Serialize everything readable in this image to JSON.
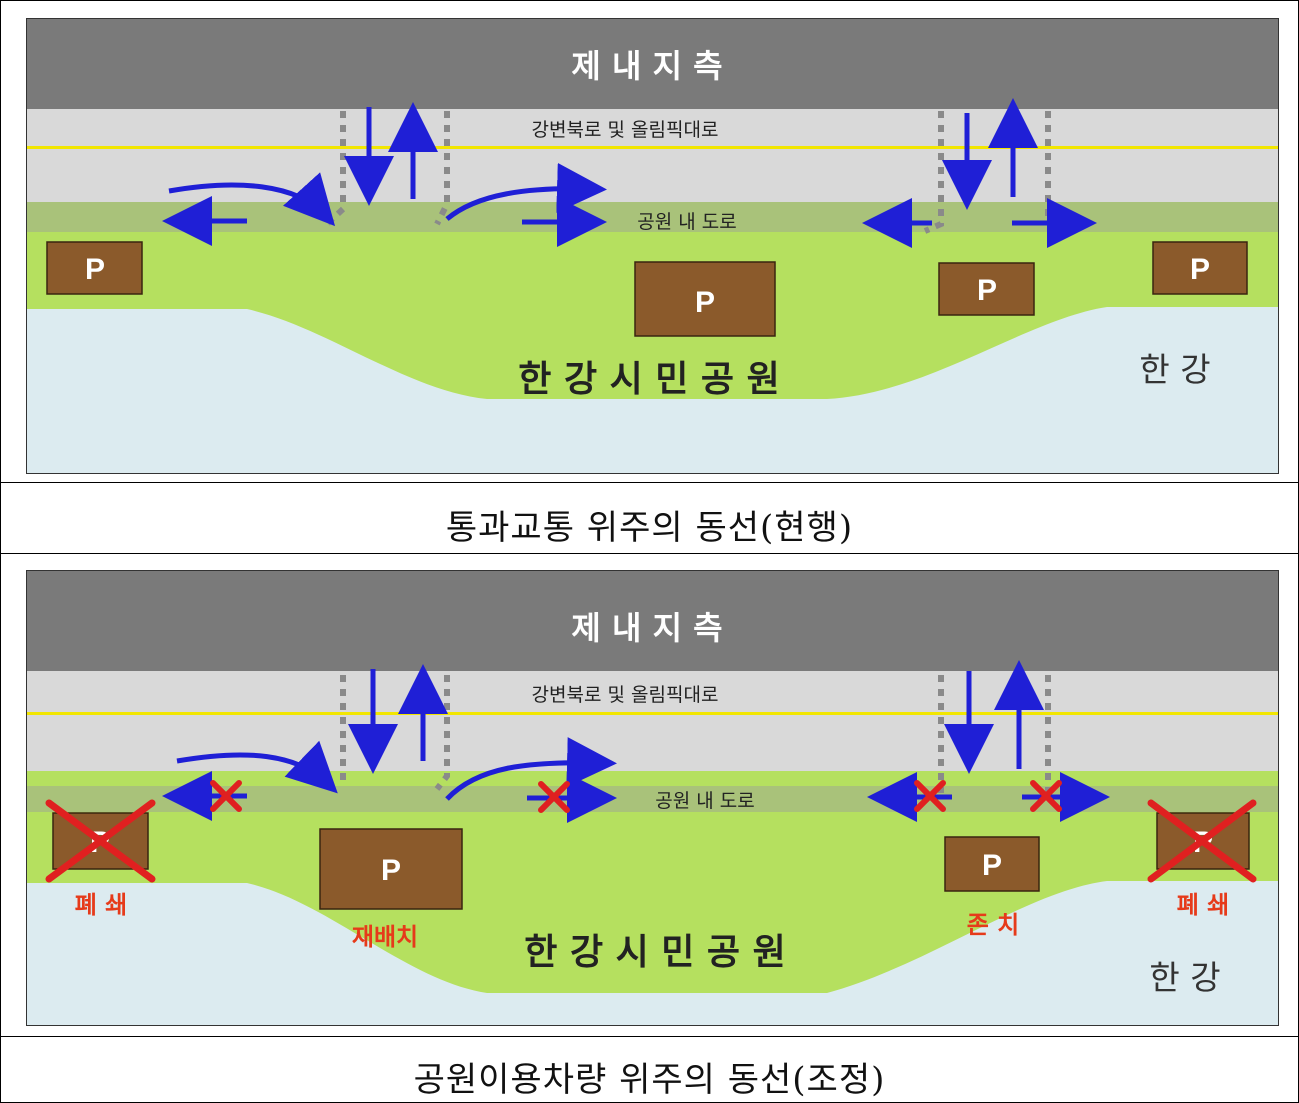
{
  "panels": [
    {
      "levee_label": "제 내 지 측",
      "road_label": "강변북로 및 올림픽대로",
      "park_road_label": "공원 내 도로",
      "park_label": "한 강 시 민 공 원",
      "river_label": "한 강",
      "parking_symbol": "P",
      "caption": "통과교통 위주의 동선(현행)"
    },
    {
      "levee_label": "제 내 지 측",
      "road_label": "강변북로 및 올림픽대로",
      "park_road_label": "공원 내 도로",
      "park_label": "한 강 시 민 공 원",
      "river_label": "한 강",
      "parking_symbol": "P",
      "status_closed": "폐 쇄",
      "status_relocated": "재배치",
      "status_kept": "존 치",
      "caption": "공원이용차량 위주의 동선(조정)"
    }
  ],
  "colors": {
    "levee": "#7a7a7a",
    "road": "#d9d9d9",
    "center_line": "#f2e600",
    "park_road": "#a9c27a",
    "park": "#b5e05f",
    "river": "#dcebf0",
    "parking": "#8b5a2b",
    "arrow": "#1f1fd6",
    "closure": "#e02020",
    "status_text": "#e63a1a"
  }
}
